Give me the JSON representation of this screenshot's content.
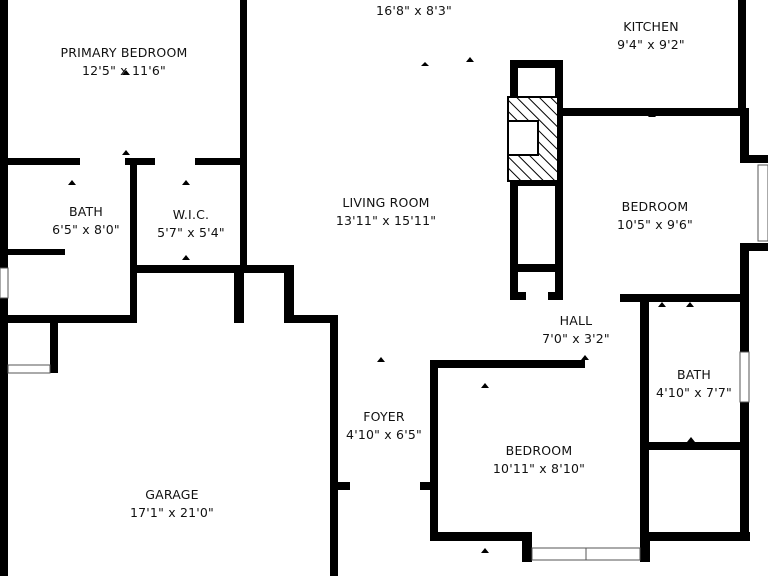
{
  "rooms": {
    "dining": {
      "dim": "16'8\" x 8'3\""
    },
    "kitchen": {
      "name": "KITCHEN",
      "dim": "9'4\" x 9'2\""
    },
    "primary_bedroom": {
      "name": "PRIMARY BEDROOM",
      "dim": "12'5\" x 11'6\""
    },
    "bath_primary": {
      "name": "BATH",
      "dim": "6'5\" x 8'0\""
    },
    "wic": {
      "name": "W.I.C.",
      "dim": "5'7\" x 5'4\""
    },
    "living_room": {
      "name": "LIVING ROOM",
      "dim": "13'11\" x 15'11\""
    },
    "bedroom_east": {
      "name": "BEDROOM",
      "dim": "10'5\" x 9'6\""
    },
    "hall": {
      "name": "HALL",
      "dim": "7'0\" x 3'2\""
    },
    "bath_east": {
      "name": "BATH",
      "dim": "4'10\" x 7'7\""
    },
    "foyer": {
      "name": "FOYER",
      "dim": "4'10\" x 6'5\""
    },
    "bedroom_south": {
      "name": "BEDROOM",
      "dim": "10'11\" x 8'10\""
    },
    "garage": {
      "name": "GARAGE",
      "dim": "17'1\" x 21'0\""
    }
  },
  "colors": {
    "wall": "#000000",
    "background": "#ffffff",
    "fireplace_hatch": "#000000"
  }
}
